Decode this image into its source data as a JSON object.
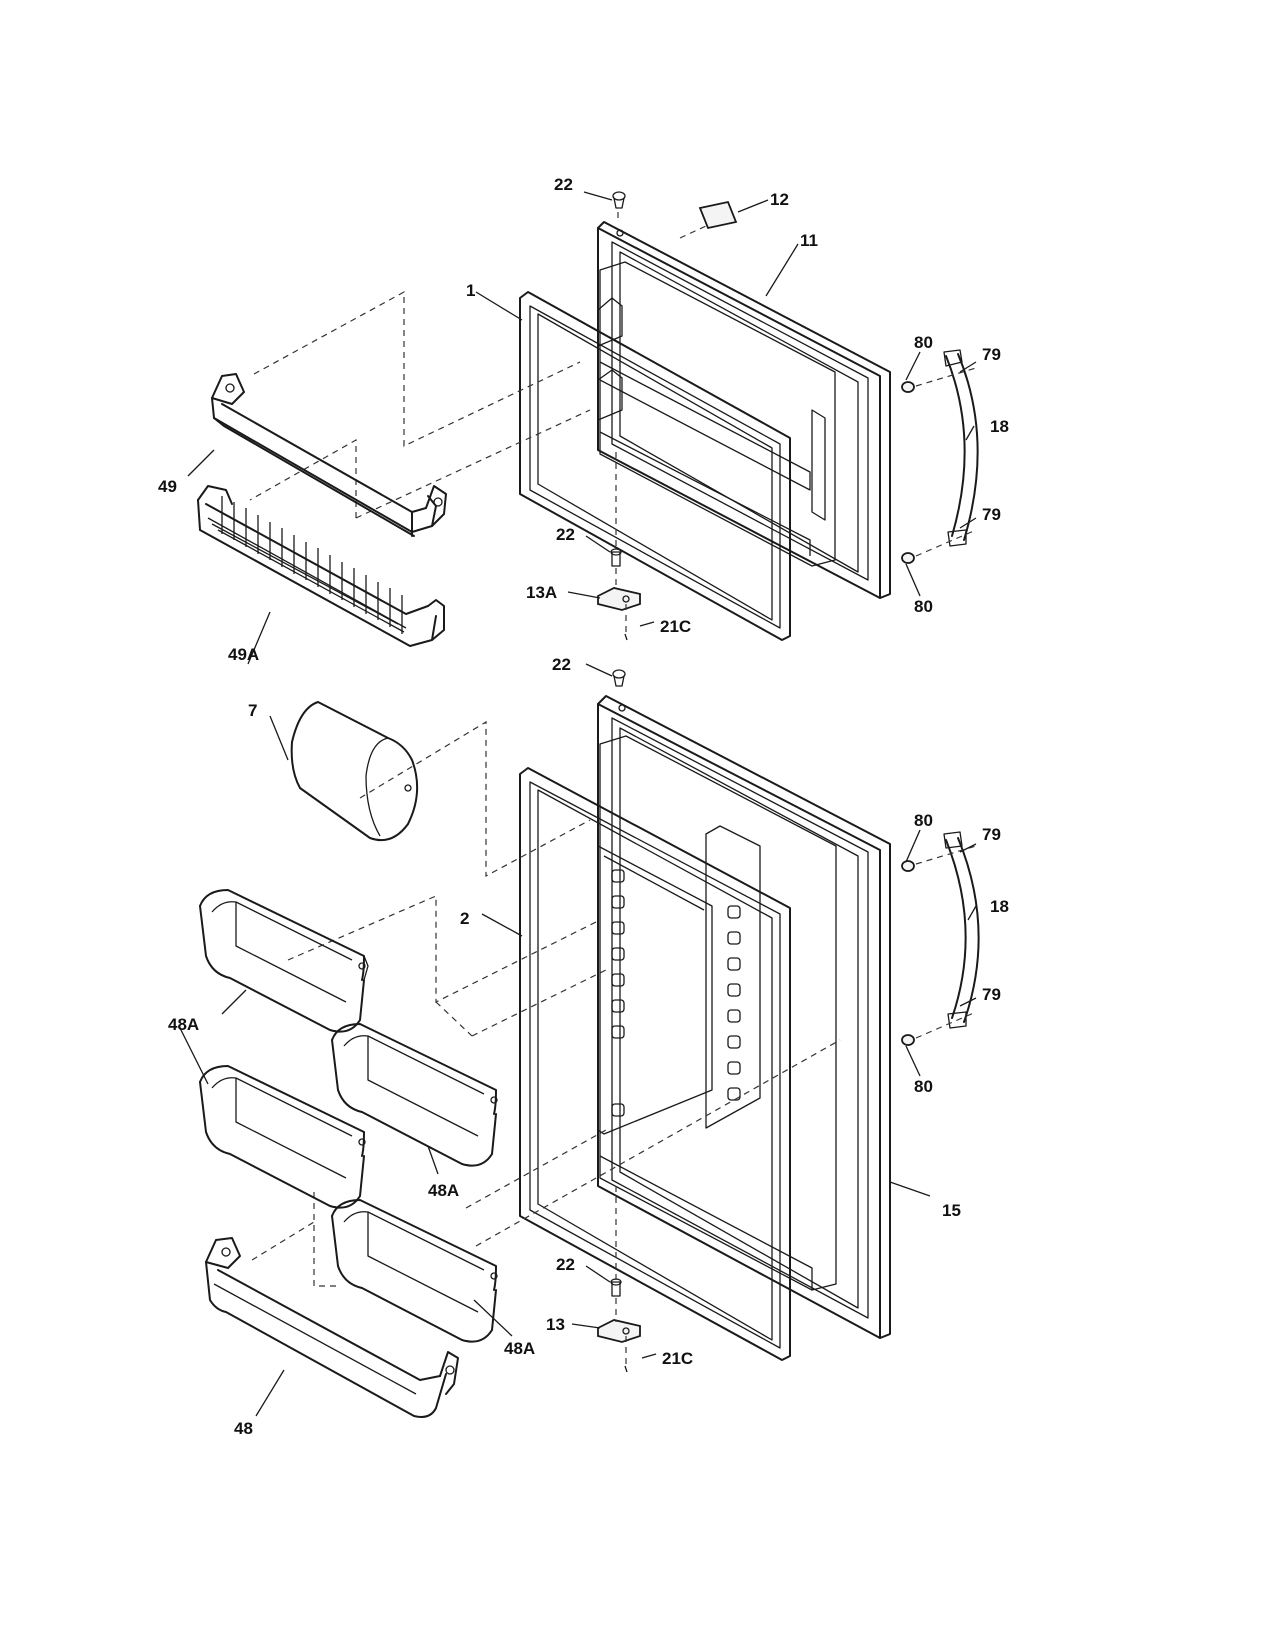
{
  "callouts": [
    {
      "id": "c22a",
      "text": "22"
    },
    {
      "id": "c12",
      "text": "12"
    },
    {
      "id": "c11",
      "text": "11"
    },
    {
      "id": "c1",
      "text": "1"
    },
    {
      "id": "c80a",
      "text": "80"
    },
    {
      "id": "c79a",
      "text": "79"
    },
    {
      "id": "c18a",
      "text": "18"
    },
    {
      "id": "c79b",
      "text": "79"
    },
    {
      "id": "c80b",
      "text": "80"
    },
    {
      "id": "c49",
      "text": "49"
    },
    {
      "id": "c22b",
      "text": "22"
    },
    {
      "id": "c13A",
      "text": "13A"
    },
    {
      "id": "c21Ca",
      "text": "21C"
    },
    {
      "id": "c49A",
      "text": "49A"
    },
    {
      "id": "c22c",
      "text": "22"
    },
    {
      "id": "c7",
      "text": "7"
    },
    {
      "id": "c80c",
      "text": "80"
    },
    {
      "id": "c79c",
      "text": "79"
    },
    {
      "id": "c18b",
      "text": "18"
    },
    {
      "id": "c2",
      "text": "2"
    },
    {
      "id": "c79d",
      "text": "79"
    },
    {
      "id": "c48Aa",
      "text": "48A"
    },
    {
      "id": "c80d",
      "text": "80"
    },
    {
      "id": "c48Ab",
      "text": "48A"
    },
    {
      "id": "c15",
      "text": "15"
    },
    {
      "id": "c22d",
      "text": "22"
    },
    {
      "id": "c13",
      "text": "13"
    },
    {
      "id": "c48Ac",
      "text": "48A"
    },
    {
      "id": "c21Cb",
      "text": "21C"
    },
    {
      "id": "c48",
      "text": "48"
    }
  ]
}
